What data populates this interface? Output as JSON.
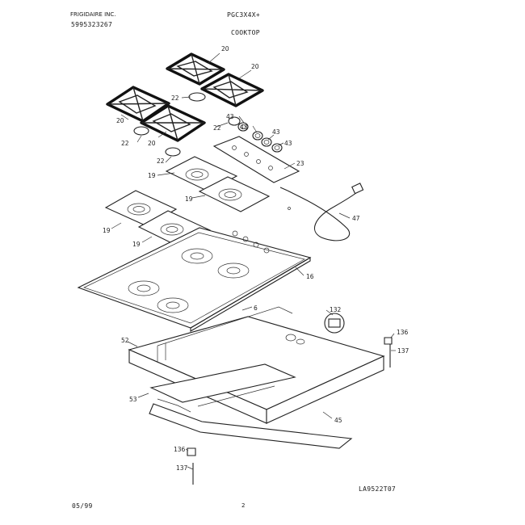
{
  "header": {
    "brand": "FRIGIDAIRE INC.",
    "publication_no": "5995323267",
    "model": "PGC3X4X+",
    "section_title": "COOKTOP"
  },
  "footer": {
    "date": "05/99",
    "page": "2",
    "drawing_id": "LA9522T07"
  },
  "callouts": {
    "grate_top_left_back": "20",
    "grate_top_right": "20",
    "grate_left_front": "20",
    "grate_right_front": "20",
    "burner_cap_a": "22",
    "burner_cap_b": "22",
    "burner_cap_c": "22",
    "burner_cap_d": "22",
    "knob_a": "43",
    "knob_b": "43",
    "knob_c": "43",
    "knob_d": "43",
    "control_panel": "23",
    "drip_pan_rear_left": "19",
    "drip_pan_rear_right": "19",
    "drip_pan_front_left": "19",
    "drip_pan_front_right": "19",
    "power_cord": "47",
    "cooktop": "16",
    "gasket": "6",
    "bracket_left": "52",
    "bracket_lower": "53",
    "valve_part": "132",
    "screw_top": "136",
    "screw_top_b": "137",
    "box": "45",
    "screw_bottom": "136",
    "screw_bottom_b": "137"
  }
}
